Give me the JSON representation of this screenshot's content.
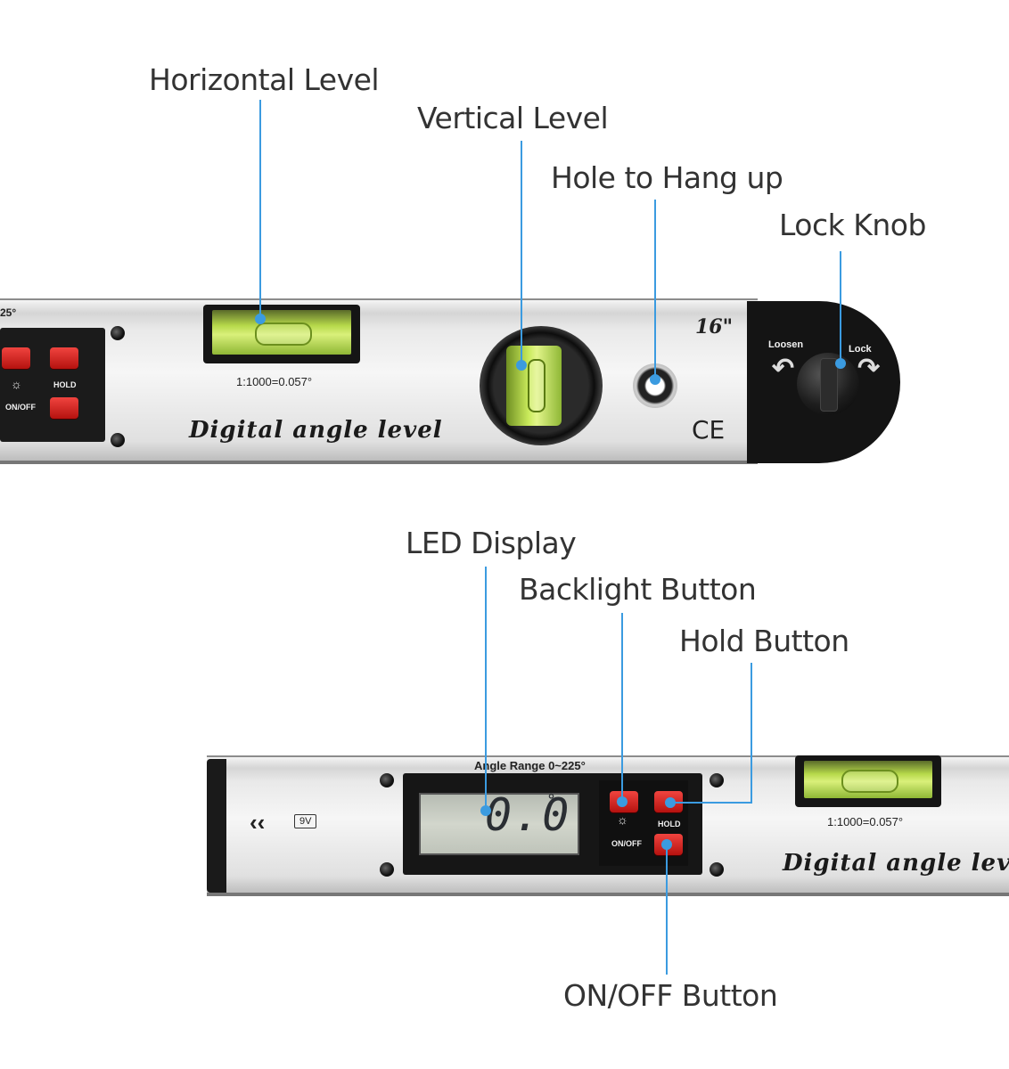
{
  "labels": {
    "horizontal_level": "Horizontal Level",
    "vertical_level": "Vertical Level",
    "hole": "Hole to Hang up",
    "lock_knob": "Lock Knob",
    "led_display": "LED Display",
    "backlight_button": "Backlight Button",
    "hold_button": "Hold Button",
    "onoff_button": "ON/OFF Button"
  },
  "top_tool": {
    "range_fragment": "25°",
    "hold": "HOLD",
    "onoff": "ON/OFF",
    "ratio": "1:1000=0.057°",
    "brand": "Digital angle level",
    "size": "16\"",
    "ce": "CE",
    "loosen": "Loosen",
    "lock": "Lock"
  },
  "bottom_tool": {
    "range": "Angle Range 0~225°",
    "display_value": "0.0",
    "degree": "°",
    "battery": "9V",
    "hold": "HOLD",
    "onoff": "ON/OFF",
    "ratio": "1:1000=0.057°",
    "brand": "Digital angle level"
  },
  "colors": {
    "pointer": "#3b9be0",
    "button_red": "#e0302b",
    "vial_green": "#b6d94a",
    "lcd": "#c8ccc4"
  }
}
